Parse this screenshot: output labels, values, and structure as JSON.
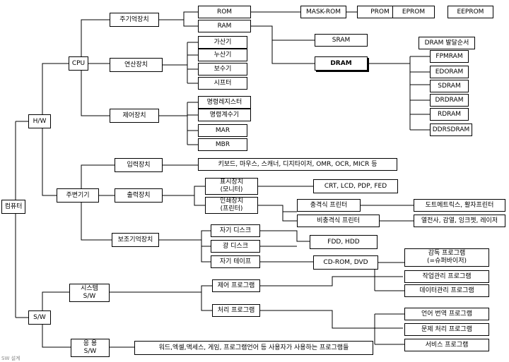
{
  "root": "컴퓨터",
  "hw": {
    "label": "H/W",
    "cpu": {
      "label": "CPU",
      "memory": {
        "label": "주기억장치",
        "rom": "ROM",
        "rom_types": [
          "MASK-ROM",
          "PROM",
          "EPROM",
          "EEPROM"
        ],
        "ram": "RAM",
        "sram": "SRAM",
        "dram": "DRAM",
        "dram_history_title": "DRAM 발달순서",
        "dram_types": [
          "FPMRAM",
          "EDORAM",
          "SDRAM",
          "DRDRAM",
          "RDRAM",
          "DDRSDRAM"
        ]
      },
      "alu": {
        "label": "연산장치",
        "items": [
          "가산기",
          "누산기",
          "보수기",
          "시프터"
        ]
      },
      "control": {
        "label": "제어장치",
        "items": [
          "명령레지스터",
          "명령계수기",
          "MAR",
          "MBR"
        ]
      }
    },
    "peripheral": {
      "label": "주변기기",
      "input": {
        "label": "입력장치",
        "devices": "키보드, 마우스, 스캐너, 디지타이저, OMR, OCR, MICR 등"
      },
      "output": {
        "label": "출력장치",
        "display": "표시장치\n(모니터)",
        "display_types": "CRT, LCD, PDP, FED",
        "printer": "인쇄장치\n(프린터)",
        "impact": "충격식 프린터",
        "impact_types": "도트메트릭스, 활자프린터",
        "nonimpact": "비충격식 프린터",
        "nonimpact_types": "열전사, 감열, 잉크젯, 레이저"
      },
      "storage": {
        "label": "보조기억장치",
        "items": [
          "자기 디스크",
          "광 디스크",
          "자기 테이프"
        ],
        "disk_types": "FDD, HDD",
        "other_types": "CD-ROM, DVD"
      }
    }
  },
  "sw": {
    "label": "S/W",
    "system": {
      "label": "시스템\nS/W",
      "control": "제어 프로그램",
      "control_items": [
        "감독 프로그램\n(=슈퍼바이저)",
        "작업관리 프로그램",
        "데이터관리 프로그램"
      ],
      "processing": "처리 프로그램",
      "processing_items": [
        "언어 번역 프로그램",
        "문제 처리 프로그램",
        "서비스 프로그램"
      ]
    },
    "application": {
      "label": "응 용\nS/W",
      "examples": "워드,엑셀,액세스, 게임, 프로그램언어 등 사용자가 사용하는 프로그램들"
    }
  },
  "footer_text": "SW 설계"
}
